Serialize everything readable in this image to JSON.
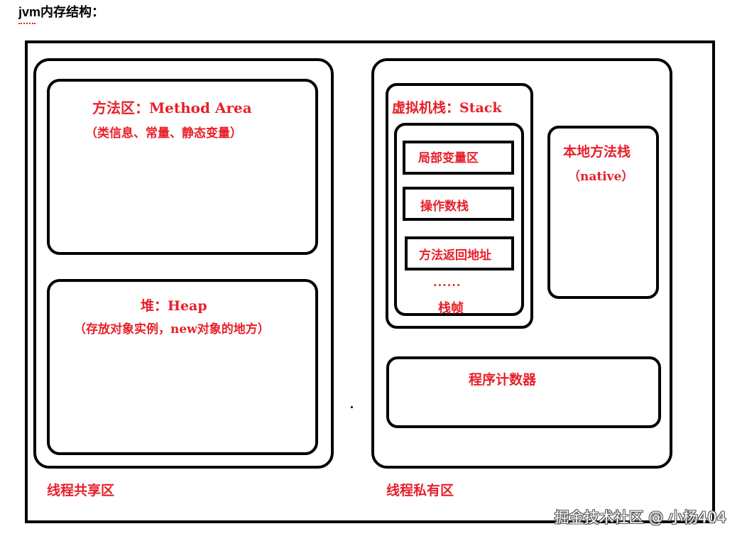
{
  "header": {
    "title": "jvm内存结构："
  },
  "shared": {
    "region_label": "线程共享区",
    "method_area": {
      "title": "方法区：Method Area",
      "subtitle": "（类信息、常量、静态变量）"
    },
    "heap": {
      "title": "堆：Heap",
      "subtitle": "（存放对象实例，new对象的地方）"
    }
  },
  "private": {
    "region_label": "线程私有区",
    "vm_stack": {
      "title": "虚拟机栈：Stack",
      "frame": {
        "label": "栈帧",
        "items": [
          "局部变量区",
          "操作数栈",
          "方法返回地址"
        ],
        "ellipsis": "......"
      }
    },
    "native_stack": {
      "title": "本地方法栈",
      "subtitle": "（native）"
    },
    "pc": {
      "title": "程序计数器"
    }
  },
  "watermark": "掘金技术社区 @ 小杨404",
  "colors": {
    "label_red": "#e8202a",
    "border_black": "#000000",
    "title_underline": "#e02020"
  }
}
